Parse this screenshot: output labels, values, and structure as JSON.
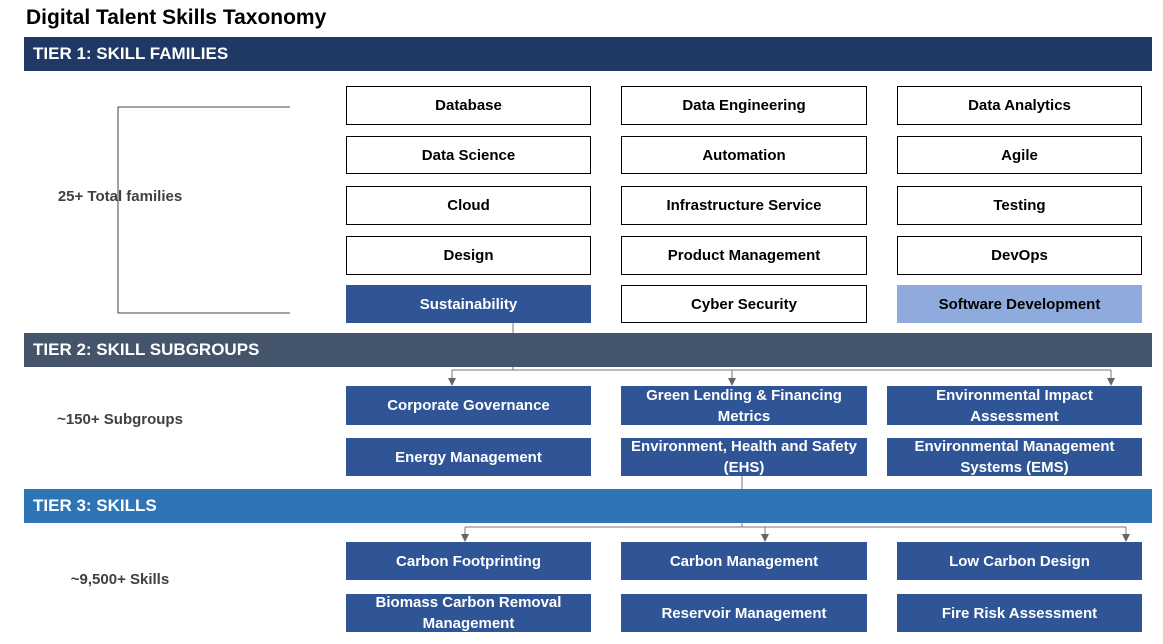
{
  "title": "Digital Talent Skills Taxonomy",
  "tiers": {
    "tier1": {
      "label": "TIER 1: SKILL FAMILIES",
      "count_label": "25+ Total families",
      "boxes": [
        "Database",
        "Data Engineering",
        "Data Analytics",
        "Data Science",
        "Automation",
        "Agile",
        "Cloud",
        "Infrastructure Service",
        "Testing",
        "Design",
        "Product Management",
        "DevOps",
        "Sustainability",
        "Cyber Security",
        "Software Development"
      ]
    },
    "tier2": {
      "label": "TIER 2: SKILL SUBGROUPS",
      "count_label": "~150+ Subgroups",
      "boxes": [
        "Corporate Governance",
        "Green Lending & Financing Metrics",
        "Environmental Impact Assessment",
        "Energy Management",
        "Environment, Health and Safety (EHS)",
        "Environmental Management Systems (EMS)"
      ]
    },
    "tier3": {
      "label": "TIER 3: SKILLS",
      "count_label": "~9,500+ Skills",
      "boxes": [
        "Carbon Footprinting",
        "Carbon Management",
        "Low Carbon Design",
        "Biomass Carbon Removal Management",
        "Reservoir Management",
        "Fire Risk Assessment"
      ]
    }
  },
  "colors": {
    "tier1_band": "#1f3864",
    "tier2_band": "#44546a",
    "tier3_band": "#2e75b6",
    "box_dark": "#2f5597",
    "box_highlight": "#8faadc"
  }
}
